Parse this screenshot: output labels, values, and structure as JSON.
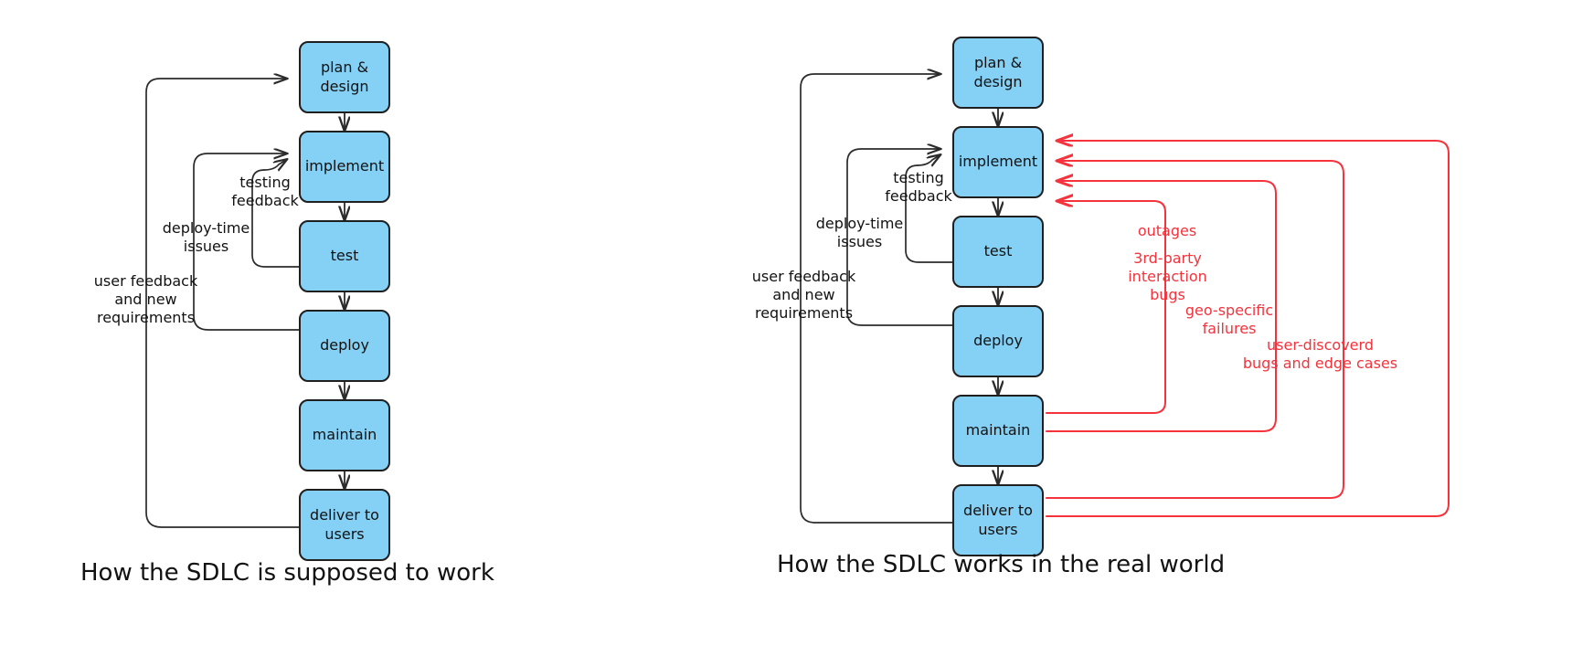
{
  "colors": {
    "node_fill": "#85D0F5",
    "node_stroke": "#1f1f1f",
    "edge_black": "#2b2b2b",
    "edge_red": "#F4333D",
    "background": "#ffffff",
    "text": "#121212"
  },
  "panels": [
    {
      "id": "ideal",
      "caption": "How the SDLC is supposed to work",
      "nodes": [
        {
          "id": "plan",
          "label": "plan &\ndesign"
        },
        {
          "id": "implement",
          "label": "implement"
        },
        {
          "id": "test",
          "label": "test"
        },
        {
          "id": "deploy",
          "label": "deploy"
        },
        {
          "id": "maintain",
          "label": "maintain"
        },
        {
          "id": "deliver",
          "label": "deliver to\nusers"
        }
      ],
      "edge_labels": [
        {
          "id": "testing-feedback",
          "text": "testing\nfeedback"
        },
        {
          "id": "deploy-time-issues",
          "text": "deploy-time\nissues"
        },
        {
          "id": "user-feedback",
          "text": "user feedback\nand new\nrequirements"
        }
      ]
    },
    {
      "id": "real",
      "caption": "How the SDLC works in the real world",
      "nodes": [
        {
          "id": "plan",
          "label": "plan &\ndesign"
        },
        {
          "id": "implement",
          "label": "implement"
        },
        {
          "id": "test",
          "label": "test"
        },
        {
          "id": "deploy",
          "label": "deploy"
        },
        {
          "id": "maintain",
          "label": "maintain"
        },
        {
          "id": "deliver",
          "label": "deliver to\nusers"
        }
      ],
      "edge_labels": [
        {
          "id": "testing-feedback",
          "text": "testing\nfeedback"
        },
        {
          "id": "deploy-time-issues",
          "text": "deploy-time\nissues"
        },
        {
          "id": "user-feedback",
          "text": "user feedback\nand new\nrequirements"
        }
      ],
      "red_edge_labels": [
        {
          "id": "outages",
          "text": "outages"
        },
        {
          "id": "third-party-bugs",
          "text": "3rd-party\ninteraction\nbugs"
        },
        {
          "id": "geo-specific-failures",
          "text": "geo-specific\nfailures"
        },
        {
          "id": "user-discovered-bugs",
          "text": "user-discoverd\nbugs and edge cases"
        }
      ]
    }
  ]
}
